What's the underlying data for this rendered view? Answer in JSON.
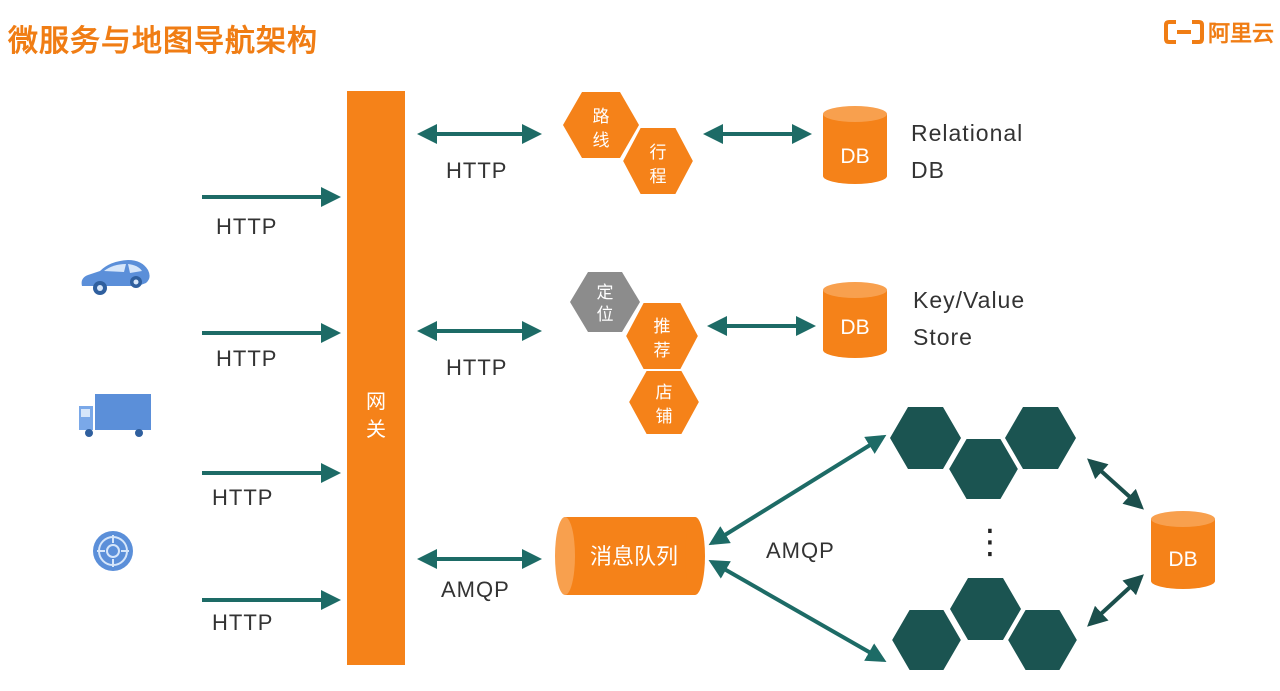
{
  "header": {
    "title": "微服务与地图导航架构",
    "brand_text": "阿里云",
    "brand_color": "#f07d14"
  },
  "colors": {
    "orange": "#f58219",
    "teal": "#1d6b66",
    "dark_hex": "#1b5451",
    "gray_hex": "#8c8c8c",
    "client_blue": "#5b8fd9"
  },
  "clients": [
    {
      "icon": "car-icon",
      "protocol_above": "HTTP"
    },
    {
      "icon": "truck-icon",
      "protocol_above": "HTTP"
    },
    {
      "icon": "device-icon",
      "protocol_above": "HTTP"
    },
    {
      "protocol_above": "HTTP"
    }
  ],
  "gateway": {
    "label_line1": "网",
    "label_line2": "关"
  },
  "service_groups": [
    {
      "protocol": "HTTP",
      "hexes": [
        {
          "line1": "路",
          "line2": "线"
        },
        {
          "line1": "行",
          "line2": "程"
        }
      ],
      "db_label": "DB",
      "db_desc_line1": "Relational",
      "db_desc_line2": "DB"
    },
    {
      "protocol": "HTTP",
      "hexes": [
        {
          "line1": "定",
          "line2": "位"
        },
        {
          "line1": "推",
          "line2": "荐"
        },
        {
          "line1": "店",
          "line2": "铺"
        }
      ],
      "db_label": "DB",
      "db_desc_line1": "Key/Value",
      "db_desc_line2": "Store"
    }
  ],
  "queue": {
    "protocol_to_gateway": "AMQP",
    "label": "消息队列",
    "protocol_to_workers": "AMQP",
    "ellipsis": "⋮",
    "db_label": "DB"
  }
}
